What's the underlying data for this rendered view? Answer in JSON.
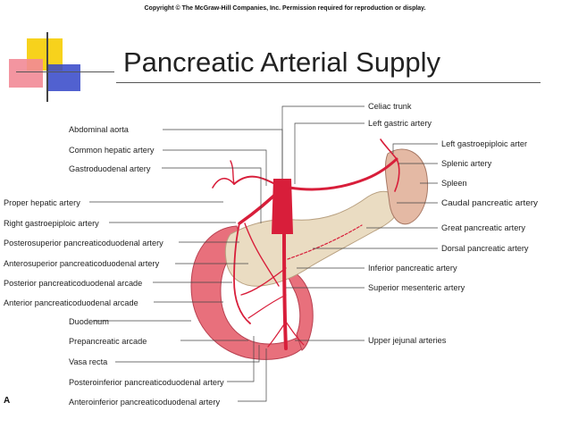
{
  "copyright": "Copyright © The McGraw-Hill Companies, Inc. Permission required for reproduction or display.",
  "title": "Pancreatic Arterial Supply",
  "figure_letter": "A",
  "colors": {
    "artery": "#d81e3a",
    "duodenum": "#e8707c",
    "pancreas": "#eadcc2",
    "spleen": "#e4b9a4"
  },
  "labels_left": [
    "Abdominal aorta",
    "Common hepatic artery",
    "Gastroduodenal artery",
    "Proper hepatic artery",
    "Right gastroepiploic artery",
    "Posterosuperior pancreaticoduodenal artery",
    "Anterosuperior pancreaticoduodenal artery",
    "Posterior pancreaticoduodenal arcade",
    "Anterior pancreaticoduodenal arcade",
    "Duodenum",
    "Prepancreatic arcade",
    "Vasa recta",
    "Posteroinferior pancreaticoduodenal artery",
    "Anteroinferior pancreaticoduodenal artery"
  ],
  "labels_right": [
    "Celiac trunk",
    "Left gastric artery",
    "Left gastroepiploic arter",
    "Splenic artery",
    "Spleen",
    "Caudal pancreatic artery",
    "Great pancreatic artery",
    "Dorsal pancreatic artery",
    "Inferior pancreatic artery",
    "Superior mesenteric artery",
    "Upper jejunal arteries"
  ]
}
